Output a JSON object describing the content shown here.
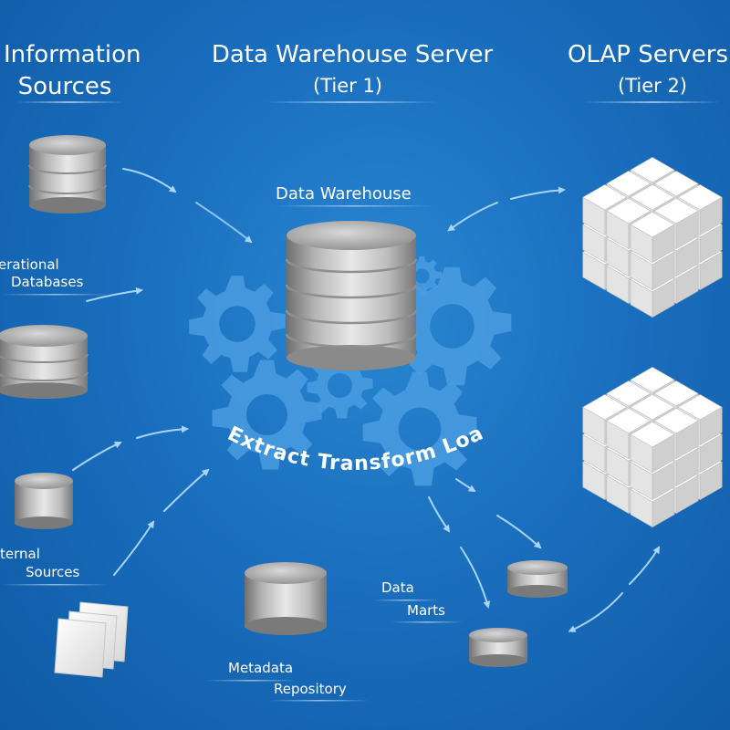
{
  "header": {
    "sources_line1": "Information",
    "sources_line2": "Sources",
    "warehouse_title": "Data Warehouse Server",
    "warehouse_tier": "(Tier 1)",
    "olap_title": "OLAP Servers",
    "olap_tier": "(Tier 2)"
  },
  "labels": {
    "data_warehouse": "Data Warehouse",
    "operational_line1": "erational",
    "operational_line2": "Databases",
    "external_line1": "ternal",
    "external_line2": "Sources",
    "etl": "Extract Transform Load",
    "metadata_line1": "Metadata",
    "metadata_line2": "Repository",
    "data_marts_line1": "Data",
    "data_marts_line2": "Marts"
  },
  "colors": {
    "background": "#1a6fbe",
    "gear": "#4a9ce0",
    "cube": "#f4f4f4",
    "cylinder": "#b9b9b9",
    "text": "#ffffff"
  },
  "icons": {
    "warehouse": "database-cylinder-icon",
    "etl": "gear-icon",
    "olap": "cube-icon",
    "external": "document-stack-icon"
  }
}
